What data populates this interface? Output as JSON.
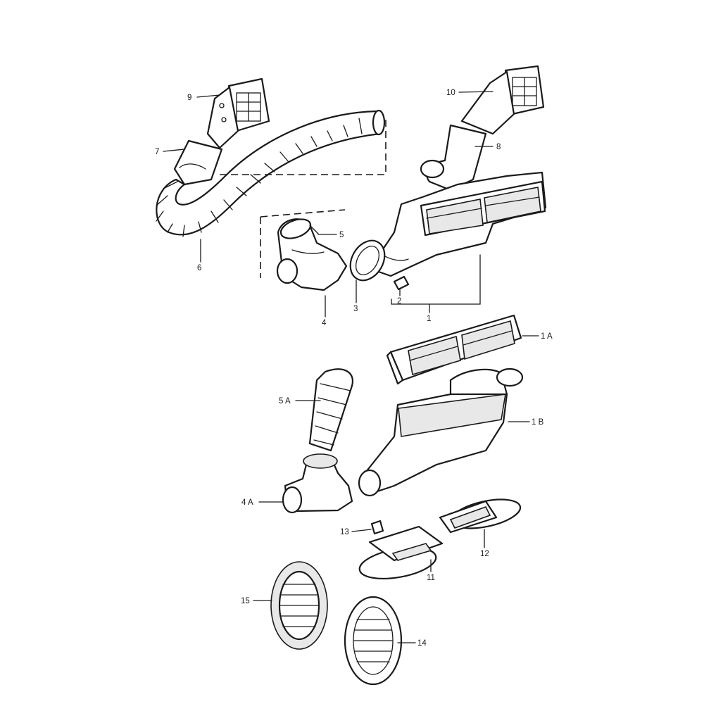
{
  "callouts": {
    "c1": "1",
    "c1A": "1 A",
    "c1B": "1 B",
    "c2": "2",
    "c3": "3",
    "c4": "4",
    "c4A": "4 A",
    "c5": "5",
    "c5A": "5 A",
    "c6": "6",
    "c7": "7",
    "c8": "8",
    "c9": "9",
    "c10": "10",
    "c11": "11",
    "c12": "12",
    "c13": "13",
    "c14": "14",
    "c15": "15"
  },
  "colors": {
    "line": "#1a1a1a",
    "background": "#ffffff",
    "fill": "#e8e8e8"
  }
}
